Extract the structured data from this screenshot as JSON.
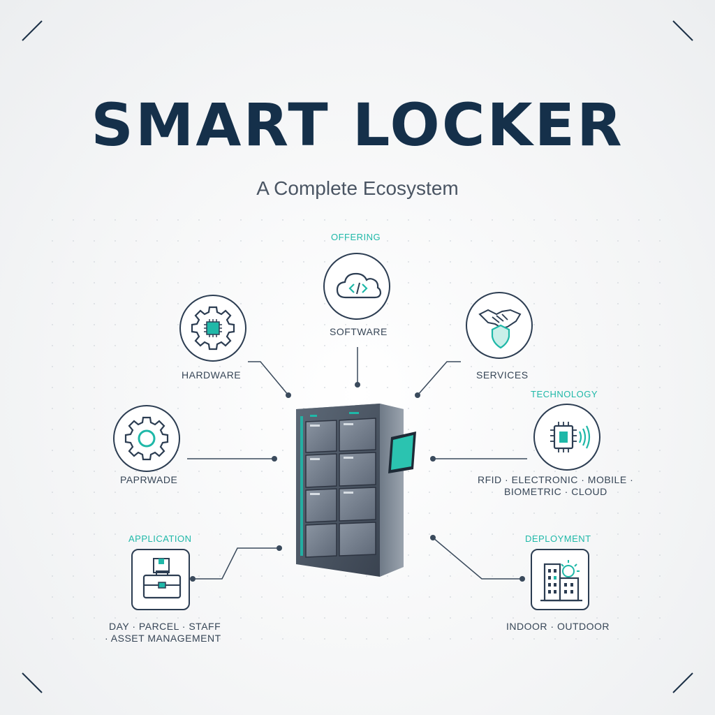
{
  "header": {
    "title": "SMART LOCKER",
    "subtitle": "A Complete Ecosystem"
  },
  "nodes": {
    "software": {
      "category": "OFFERING",
      "label": "SOFTWARE",
      "icon": "cloud-code-icon"
    },
    "hardware": {
      "label": "HARDWARE",
      "icon": "gear-chip-icon"
    },
    "services": {
      "label": "SERVICES",
      "icon": "handshake-shield-icon"
    },
    "paprwade": {
      "label": "PAPRWADE",
      "icon": "gear-icon"
    },
    "technology": {
      "category": "TECHNOLOGY",
      "label_line1": "RFID · ELECTRONIC · MOBILE ·",
      "label_line2": "BIOMETRIC · CLOUD",
      "icon": "chip-signal-icon"
    },
    "application": {
      "category": "APPLICATION",
      "label_line1": "DAY · PARCEL · STAFF",
      "label_line2": "· ASSET MANAGEMENT",
      "icon": "briefcase-icon"
    },
    "deployment": {
      "category": "DEPLOYMENT",
      "label": "INDOOR · OUTDOOR",
      "icon": "buildings-sun-icon"
    }
  },
  "center": {
    "icon": "locker-unit-icon"
  },
  "colors": {
    "accent": "#1fb8a8",
    "dark": "#15304a",
    "line": "#3a4a5c"
  }
}
